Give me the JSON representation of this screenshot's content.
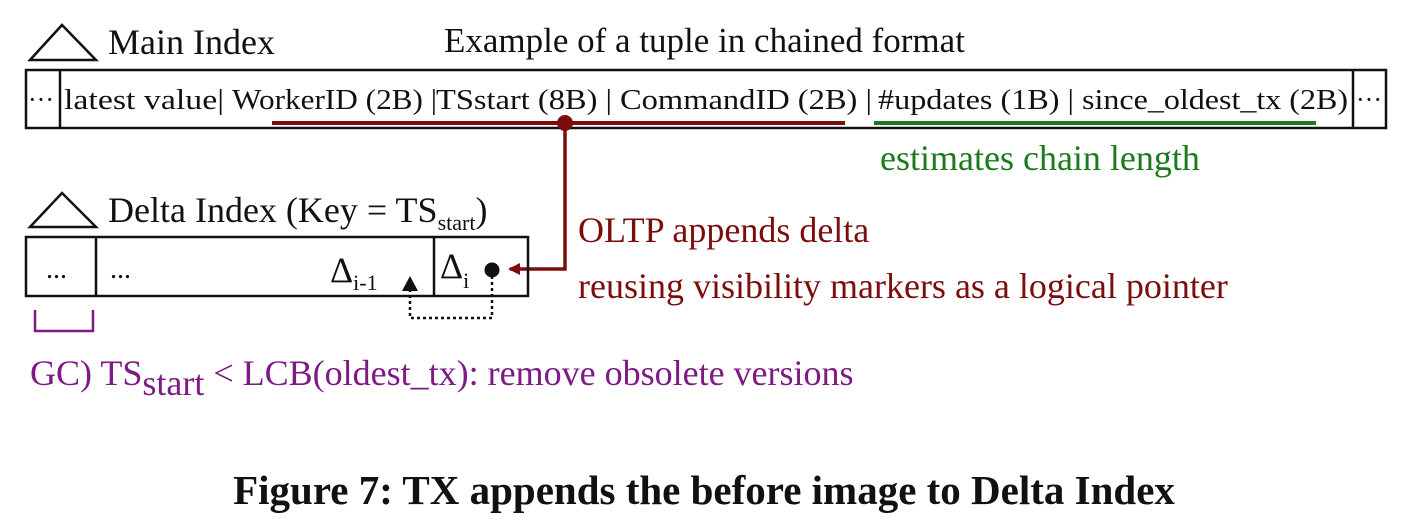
{
  "main_index": {
    "title": "Main Index",
    "example_title": "Example of a tuple in chained format",
    "ellipsis": "···",
    "fields": {
      "latest_value": "latest value|",
      "worker_id": "WorkerID (2B) |",
      "ts_start": "TSstart (8B) |",
      "command_id": "CommandID (2B) |",
      "updates": "#updates (1B) |",
      "since_oldest": "since_oldest_tx (2B)"
    },
    "estimates_note": "estimates chain length"
  },
  "delta_index": {
    "title_prefix": "Delta Index (Key = TS",
    "title_sub": "start",
    "title_suffix": ")",
    "cell_first": "...",
    "cell_second": "...",
    "delta_prev": "Δ",
    "delta_prev_sub": "i-1",
    "delta_cur": "Δ",
    "delta_cur_sub": "i"
  },
  "oltp_note": {
    "line1": "OLTP appends delta",
    "line2": "reusing visibility markers as a logical pointer"
  },
  "gc_note": {
    "prefix": "GC) TS",
    "sub": "start",
    "suffix": " < LCB(oldest_tx): remove obsolete versions"
  },
  "caption": "Figure 7: TX appends the before image to Delta Index",
  "colors": {
    "dark_red": "#7b0d0d",
    "green": "#1c7a1c",
    "purple": "#7d1a84",
    "black": "#111111"
  }
}
